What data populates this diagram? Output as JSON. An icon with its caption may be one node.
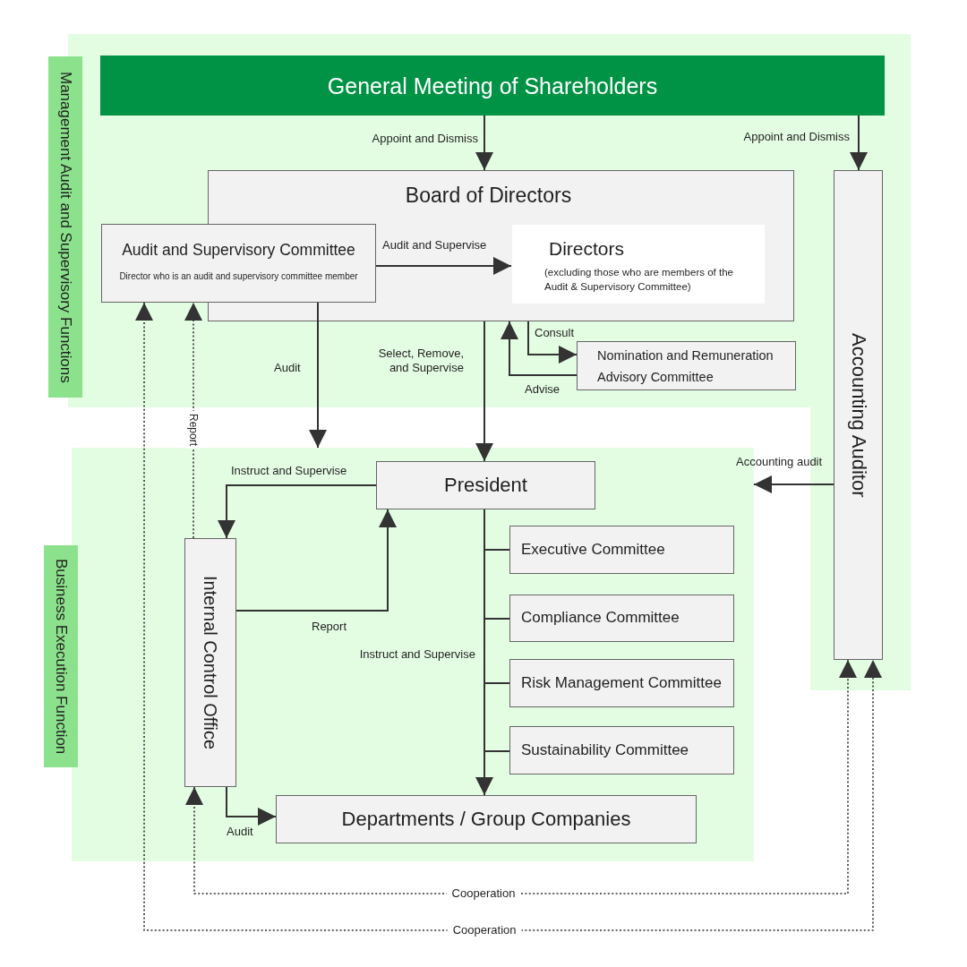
{
  "diagram": {
    "nodes": [
      {
        "text": [
          "Management Audit and Supervisory Functions"
        ]
      },
      {
        "text": [
          "General Meeting of Shareholders"
        ],
        "in": 0
      },
      {
        "text": [
          "Board of Directors"
        ],
        "in": 0
      },
      {
        "text": [
          "Audit and Supervisory Committee",
          "Director who is an audit and supervisory committee member"
        ],
        "in": 0
      },
      {
        "text": [
          "Directors",
          "(excluding those who are members of the Audit & Supervisory Committee)"
        ],
        "in": 2
      },
      {
        "text": [
          "Nomination and Remuneration Advisory Committee"
        ],
        "in": 0
      },
      {
        "text": [
          "Accounting Auditor"
        ],
        "in": 0
      },
      {
        "text": [
          "Business Execution Function"
        ]
      },
      {
        "text": [
          "President"
        ],
        "in": 7
      },
      {
        "text": [
          "Internal Control Office"
        ],
        "in": 7
      },
      {
        "text": [
          "Executive Committee"
        ],
        "in": 7
      },
      {
        "text": [
          "Compliance Committee"
        ],
        "in": 7
      },
      {
        "text": [
          "Risk Management Committee"
        ],
        "in": 7
      },
      {
        "text": [
          "Sustainability Committee"
        ],
        "in": 7
      },
      {
        "text": [
          "Departments / Group Companies"
        ],
        "in": 7
      }
    ],
    "edges": [
      {
        "from": 1,
        "to": 2,
        "label": "Appoint and Dismiss",
        "arrow": "to"
      },
      {
        "from": 1,
        "to": 6,
        "label": "Appoint and Dismiss",
        "arrow": "to"
      },
      {
        "from": 3,
        "to": 4,
        "label": "Audit and Supervise",
        "arrow": "to"
      },
      {
        "from": 3,
        "to": 7,
        "label": "Audit",
        "arrow": "to"
      },
      {
        "from": 2,
        "to": 8,
        "label": "Select, Remove, and Supervise",
        "arrow": "to"
      },
      {
        "from": 2,
        "to": 5,
        "label": "Consult",
        "arrow": "to"
      },
      {
        "from": 5,
        "to": 2,
        "label": "Advise",
        "arrow": "to"
      },
      {
        "from": 6,
        "to": 7,
        "label": "Accounting audit",
        "arrow": "to"
      },
      {
        "from": 8,
        "to": 9,
        "label": "Instruct and Supervise",
        "arrow": "to"
      },
      {
        "from": 9,
        "to": 8,
        "label": "Report",
        "arrow": "to"
      },
      {
        "from": 8,
        "to": 14,
        "label": "Instruct and Supervise",
        "arrow": "to"
      },
      {
        "from": 8,
        "to": 10,
        "arrow": "none"
      },
      {
        "from": 8,
        "to": 11,
        "arrow": "none"
      },
      {
        "from": 8,
        "to": 12,
        "arrow": "none"
      },
      {
        "from": 8,
        "to": 13,
        "arrow": "none"
      },
      {
        "from": 9,
        "to": 14,
        "label": "Audit",
        "arrow": "to"
      },
      {
        "from": 3,
        "to": 6,
        "label": "Cooperation",
        "arrow": "both",
        "style": "dashed"
      },
      {
        "from": 9,
        "to": 3,
        "label": "Report",
        "arrow": "to",
        "style": "dashed"
      },
      {
        "from": 9,
        "to": 6,
        "label": "Cooperation",
        "arrow": "both",
        "style": "dashed"
      }
    ]
  }
}
